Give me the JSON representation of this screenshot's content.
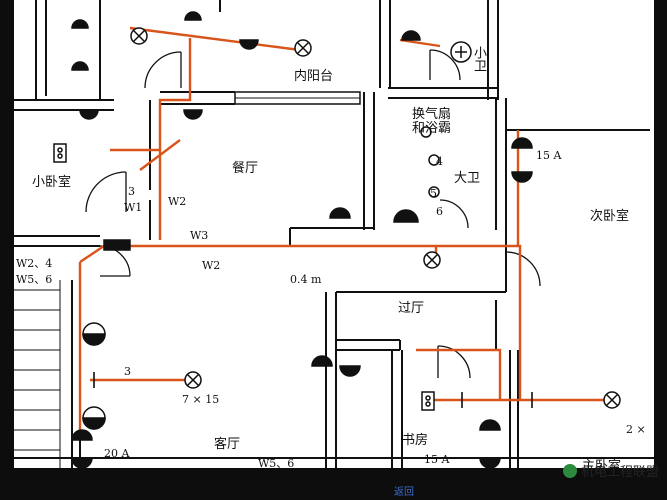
{
  "rooms": {
    "inner_balcony": "内阳台",
    "small_bath": "小卫",
    "vent_fan": "换气扇",
    "bath_heater": "和浴霸",
    "dining": "餐厅",
    "small_bedroom": "小卧室",
    "big_bath": "大卫",
    "second_bedroom": "次卧室",
    "hallway": "过厅",
    "living": "客厅",
    "study": "书房",
    "master": "主卧室"
  },
  "labels": {
    "n3": "3",
    "w1": "W1",
    "w2a": "W2",
    "w3": "W3",
    "w2b": "W2",
    "w2_4": "W2、4",
    "w5_6": "W5、6",
    "dist": "0.4 m",
    "n4": "4",
    "n5": "5",
    "n6": "6",
    "a15_top": "15 A",
    "n3b": "3",
    "lamp": "7 × 15",
    "a20": "20 A",
    "w5_6b": "W5、6",
    "a15_bottom": "15 A",
    "two_x": "2 ×"
  },
  "watermark": "机电工程联盟",
  "pager": "返回",
  "colors": {
    "wire": "#d9541a",
    "wall": "#111111",
    "paper": "#ffffff",
    "frame": "#0d0d0d"
  },
  "icons": [
    "lamp-cross-icon",
    "switch-icon",
    "socket-icon",
    "half-circle-lamp-icon"
  ]
}
